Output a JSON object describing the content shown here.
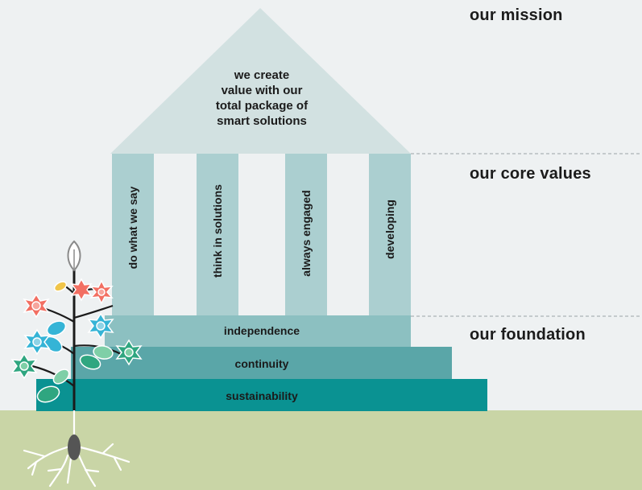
{
  "colors": {
    "background": "#eef1f2",
    "roof": "#d2e1e1",
    "pillar": "#abcfd0",
    "step_independence": "#8cc0c1",
    "step_continuity": "#5aa6a8",
    "step_sustainability": "#0a9292",
    "ground": "#c9d5a6",
    "divider": "#9aa3a6"
  },
  "sections": {
    "mission": "our mission",
    "core_values": "our core values",
    "foundation": "our foundation"
  },
  "roof": {
    "line1": "we create",
    "line2": "value with our",
    "line3": "total package of",
    "line4": "smart solutions"
  },
  "pillars": [
    {
      "label": "do what we say"
    },
    {
      "label": "think in solutions"
    },
    {
      "label": "always engaged"
    },
    {
      "label": "developing"
    }
  ],
  "steps": [
    {
      "label": "independence"
    },
    {
      "label": "continuity"
    },
    {
      "label": "sustainability"
    }
  ],
  "icons": {
    "plant": "plant-icon",
    "flower": "flower-icon",
    "roots": "roots-icon"
  }
}
